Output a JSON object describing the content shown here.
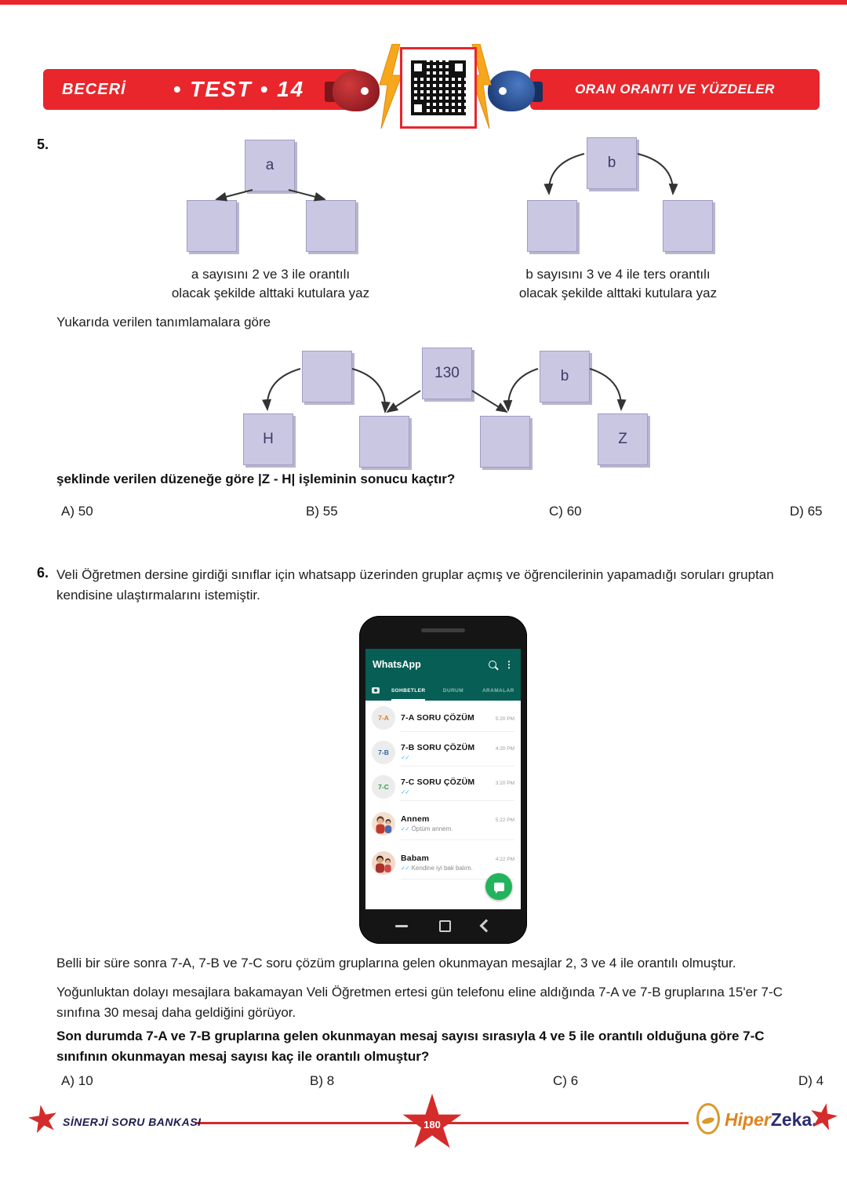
{
  "header": {
    "series": "BECERİ",
    "test": "• TEST • 14",
    "topic": "ORAN ORANTI VE YÜZDELER",
    "accent_color": "#e8262c"
  },
  "q5": {
    "number": "5.",
    "tree_a": {
      "top": "a",
      "caption1": "a sayısını 2 ve 3 ile orantılı",
      "caption2": "olacak şekilde alttaki kutulara yaz"
    },
    "tree_b": {
      "top": "b",
      "caption1": "b sayısını 3 ve 4 ile ters orantılı",
      "caption2": "olacak şekilde alttaki kutulara yaz"
    },
    "intro": "Yukarıda verilen tanımlamalara göre",
    "middle": {
      "top1": "",
      "top2": "130",
      "top3": "b",
      "bottom1": "H",
      "bottom2": "",
      "bottom3": "",
      "bottom4": "Z"
    },
    "question": "şeklinde verilen düzeneğe göre |Z - H| işleminin sonucu kaçtır?",
    "options": [
      {
        "label": "A)",
        "value": "50"
      },
      {
        "label": "B)",
        "value": "55"
      },
      {
        "label": "C)",
        "value": "60"
      },
      {
        "label": "D)",
        "value": "65"
      }
    ]
  },
  "q6": {
    "number": "6.",
    "intro": "Veli Öğretmen dersine girdiği sınıflar için whatsapp üzerinden gruplar açmış ve öğrencilerinin yapamadığı soruları gruptan kendisine ulaştırmalarını istemiştir.",
    "phone": {
      "app_title": "WhatsApp",
      "tabs": [
        "SOHBETLER",
        "DURUM",
        "ARAMALAR"
      ],
      "active_tab": "SOHBETLER",
      "colors": {
        "teal": "#075e54",
        "fab_green": "#23b35d",
        "check_blue": "#34b7f1"
      },
      "chats": [
        {
          "badge": "7-A",
          "badge_color": "#e07b28",
          "name": "7-A SORU ÇÖZÜM",
          "time": "5:20 PM",
          "preview": ""
        },
        {
          "badge": "7-B",
          "badge_color": "#3a62a8",
          "name": "7-B SORU ÇÖZÜM",
          "time": "4:20 PM",
          "preview": ""
        },
        {
          "badge": "7-C",
          "badge_color": "#2e9e44",
          "name": "7-C SORU ÇÖZÜM",
          "time": "3:20 PM",
          "preview": ""
        },
        {
          "badge": "",
          "badge_color": "",
          "name": "Annem",
          "time": "5:22 PM",
          "preview": "Öptüm annem."
        },
        {
          "badge": "",
          "badge_color": "",
          "name": "Babam",
          "time": "4:22 PM",
          "preview": "Kendine iyi bak balım."
        }
      ]
    },
    "para1": "Belli bir süre sonra 7-A, 7-B ve 7-C soru çözüm gruplarına gelen okunmayan mesajlar 2, 3 ve 4 ile orantılı olmuştur.",
    "para2": "Yoğunluktan dolayı mesajlara bakamayan Veli Öğretmen ertesi gün telefonu eline aldığında 7-A ve 7-B gruplarına 15'er 7-C sınıfına 30 mesaj daha geldiğini görüyor.",
    "question": "Son durumda 7-A ve 7-B gruplarına gelen okunmayan mesaj sayısı sırasıyla 4 ve 5 ile orantılı olduğuna göre 7-C sınıfının okunmayan mesaj sayısı kaç ile orantılı olmuştur?",
    "options": [
      {
        "label": "A)",
        "value": "10"
      },
      {
        "label": "B)",
        "value": "8"
      },
      {
        "label": "C)",
        "value": "6"
      },
      {
        "label": "D)",
        "value": "4"
      }
    ]
  },
  "footer": {
    "brand_left": "SİNERJİ SORU BANKASI",
    "page": "180",
    "logo_hiper": "Hiper",
    "logo_zeka": "Zeka.",
    "line_color": "#d42b2b",
    "gold": "#d79a2b",
    "navy": "#1c1c52"
  },
  "diagram_colors": {
    "box_fill": "#c9c7e2",
    "box_border": "#a19dc6"
  }
}
